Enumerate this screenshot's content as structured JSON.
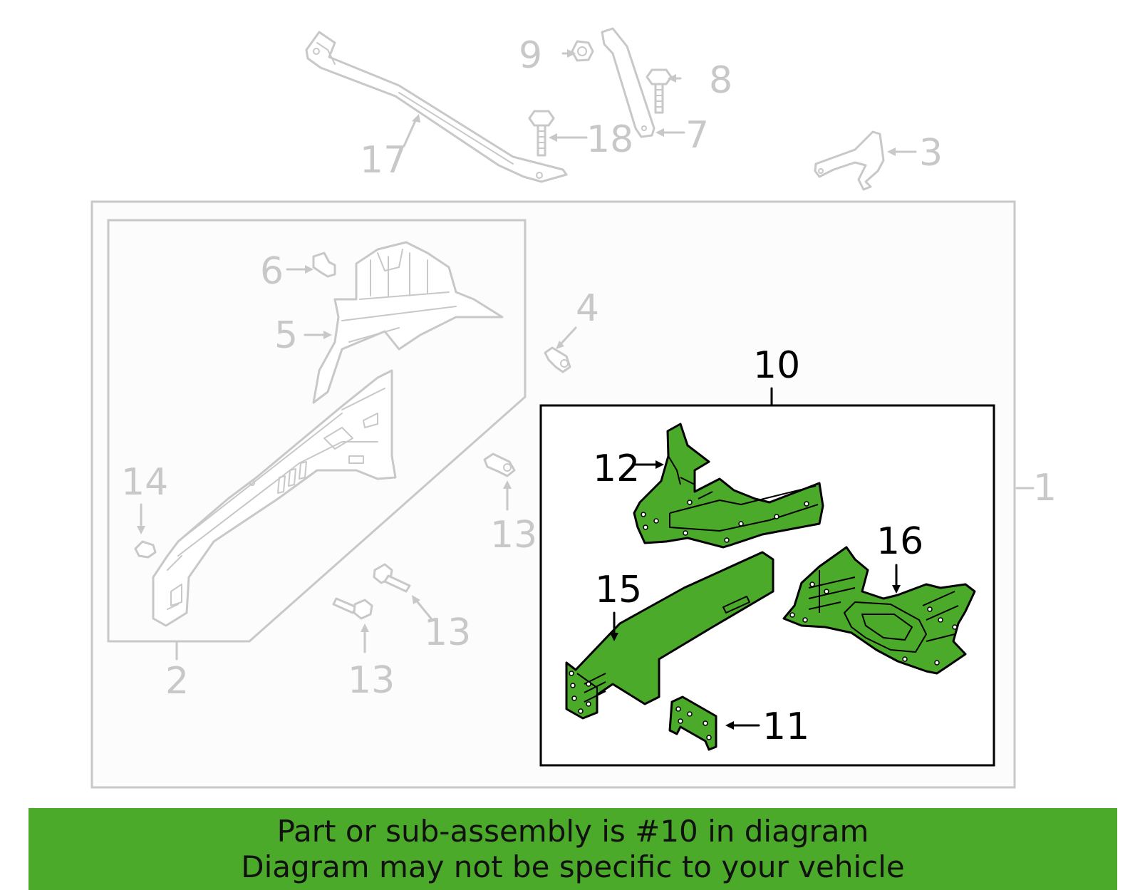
{
  "callouts_gray": {
    "c1": "1",
    "c2": "2",
    "c3": "3",
    "c4": "4",
    "c5": "5",
    "c6": "6",
    "c7": "7",
    "c8": "8",
    "c9": "9",
    "c13a": "13",
    "c13b": "13",
    "c13c": "13",
    "c14": "14",
    "c17": "17",
    "c18": "18"
  },
  "callouts_highlight": {
    "c10": "10",
    "c11": "11",
    "c12": "12",
    "c15": "15",
    "c16": "16"
  },
  "colors": {
    "highlight_green": "#4caa2a",
    "inactive_gray": "#c8c8c8",
    "outline_black": "#000000"
  },
  "banner": {
    "line1": "Part or sub-assembly is #10 in diagram",
    "line2": "Diagram may not be specific to your vehicle"
  }
}
